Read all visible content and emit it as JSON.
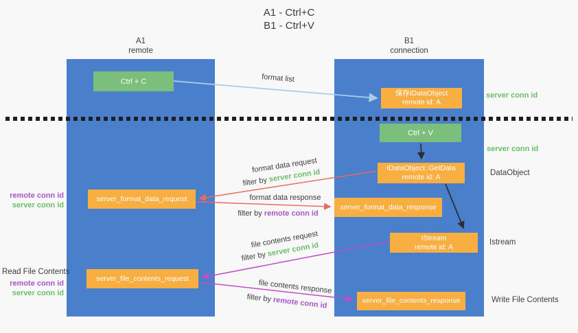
{
  "title": {
    "line1": "A1 - Ctrl+C",
    "line2": "B1 - Ctrl+V"
  },
  "columns": {
    "left": {
      "name": "A1",
      "subtitle": "remote"
    },
    "right": {
      "name": "B1",
      "subtitle": "connection"
    }
  },
  "nodes": {
    "ctrl_c": {
      "label": "Ctrl + C"
    },
    "save_idataobject": {
      "line1": "保存IDataObject",
      "line2": "remote id: A"
    },
    "ctrl_v": {
      "label": "Ctrl + V"
    },
    "getdata": {
      "line1": "IDataObject::GetData",
      "line2": "remote id: A"
    },
    "format_request": {
      "label": "server_format_data_request"
    },
    "format_response": {
      "label": "server_format_data_response"
    },
    "istream": {
      "line1": "IStream",
      "line2": "remote id: A"
    },
    "file_request": {
      "label": "server_file_contents_request"
    },
    "file_response": {
      "label": "server_file_contents_response"
    }
  },
  "arrows": {
    "format_list": {
      "label": "format list"
    },
    "format_data_request": {
      "label": "format data request",
      "filter_prefix": "filter by ",
      "filter_key": "server conn id"
    },
    "format_data_response": {
      "label": "format data response",
      "filter_prefix": "filter by ",
      "filter_key": "remote conn id"
    },
    "file_contents_request": {
      "label": "file contents request",
      "filter_prefix": "filter by ",
      "filter_key": "server conn id"
    },
    "file_contents_response": {
      "label": "file contents response",
      "filter_prefix": "filter by ",
      "filter_key": "remote conn id"
    }
  },
  "side_labels": {
    "right_server_conn_id_top": "server conn id",
    "right_server_conn_id_mid": "server conn id",
    "right_dataobject": "DataObject",
    "right_istream": "Istream",
    "right_write_file_contents": "Write File Contents",
    "left_remote_conn_id_1": "remote conn id",
    "left_server_conn_id_1": "server conn id",
    "left_read_file_contents": "Read File Contents",
    "left_remote_conn_id_2": "remote conn id",
    "left_server_conn_id_2": "server conn id"
  },
  "colors": {
    "column_blue": "#4a7fcb",
    "box_green": "#7cbe7c",
    "box_orange": "#f9ae42",
    "text_green": "#6dbd68",
    "text_purple": "#a855c8",
    "arrow_red": "#ea6a60",
    "arrow_magenta": "#be4ec4",
    "arrow_light_blue": "#a8cde9",
    "arrow_black": "#2d2d2d"
  }
}
